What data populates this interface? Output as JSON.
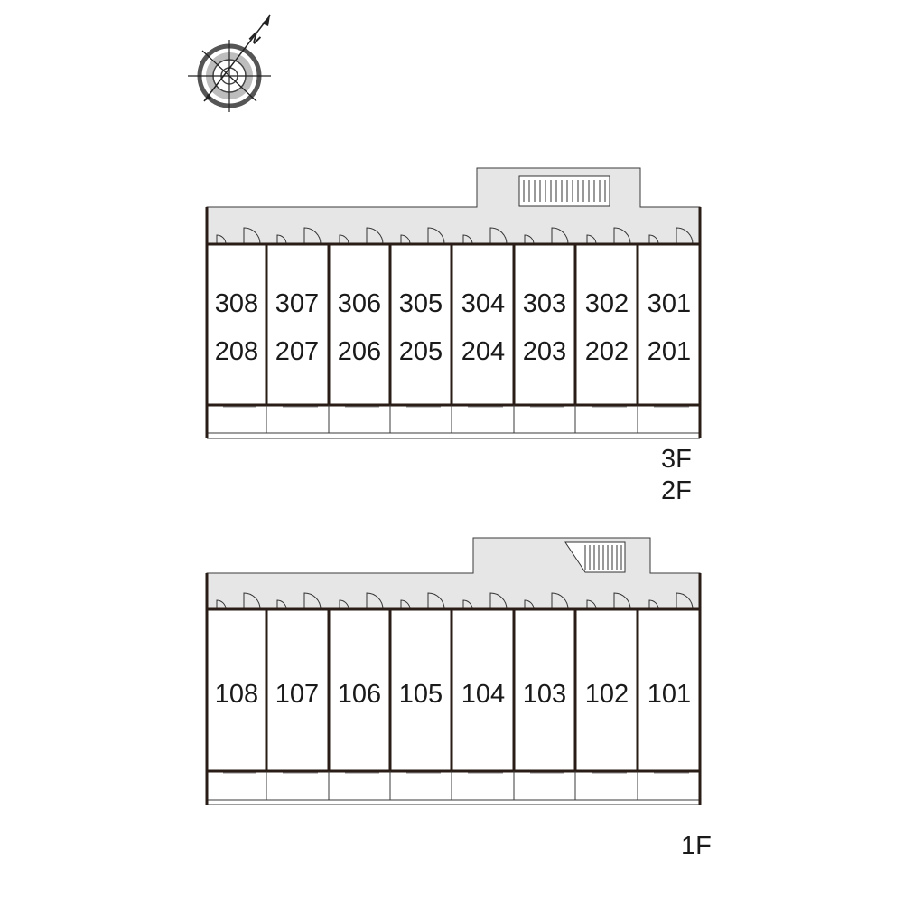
{
  "compass": {
    "north_letter": "N",
    "icon": "north-arrow-compass-icon"
  },
  "floors": {
    "upper": {
      "labels": [
        "3F",
        "2F"
      ],
      "units_top_row": [
        "308",
        "307",
        "306",
        "305",
        "304",
        "303",
        "302",
        "301"
      ],
      "units_bottom_row": [
        "208",
        "207",
        "206",
        "205",
        "204",
        "203",
        "202",
        "201"
      ]
    },
    "ground": {
      "labels": [
        "1F"
      ],
      "units": [
        "108",
        "107",
        "106",
        "105",
        "104",
        "103",
        "102",
        "101"
      ]
    }
  },
  "colors": {
    "wall": "#2a1c17",
    "corridor": "#e6e6e6",
    "text": "#1a1a1a"
  }
}
